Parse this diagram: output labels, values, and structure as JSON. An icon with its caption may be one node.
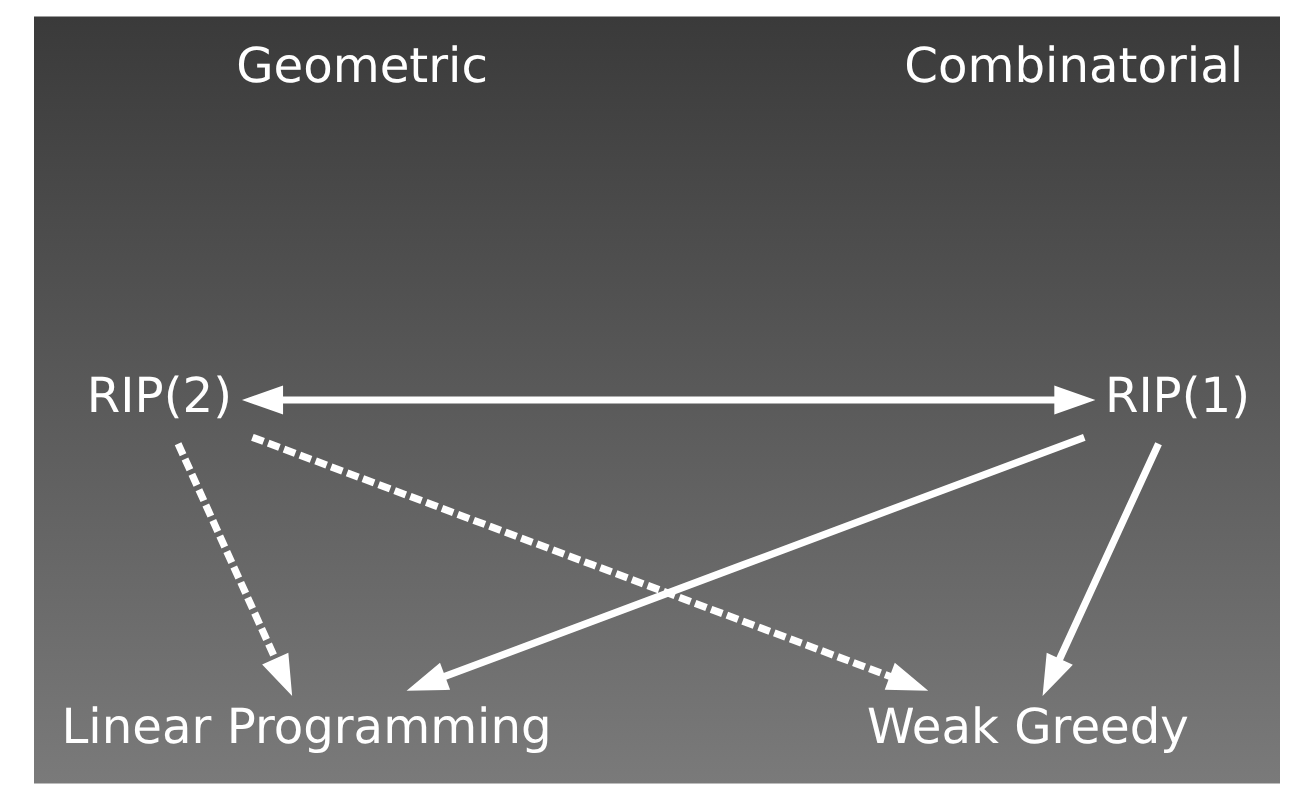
{
  "diagram": {
    "nodes": [
      {
        "text": [
          "RIP(2)"
        ]
      },
      {
        "text": [
          "RIP(1)"
        ]
      },
      {
        "text": [
          "Linear Programming"
        ]
      },
      {
        "text": [
          "Weak Greedy"
        ]
      }
    ],
    "edges": [
      {
        "from": 0,
        "to": 1,
        "arrow": "both"
      },
      {
        "from": 0,
        "to": 2,
        "arrow": "to",
        "style": "dashed"
      },
      {
        "from": 0,
        "to": 3,
        "arrow": "to",
        "style": "dashed"
      },
      {
        "from": 1,
        "to": 2,
        "arrow": "to"
      },
      {
        "from": 1,
        "to": 3,
        "arrow": "to"
      }
    ],
    "labels": [
      "Geometric",
      "Combinatorial"
    ]
  }
}
